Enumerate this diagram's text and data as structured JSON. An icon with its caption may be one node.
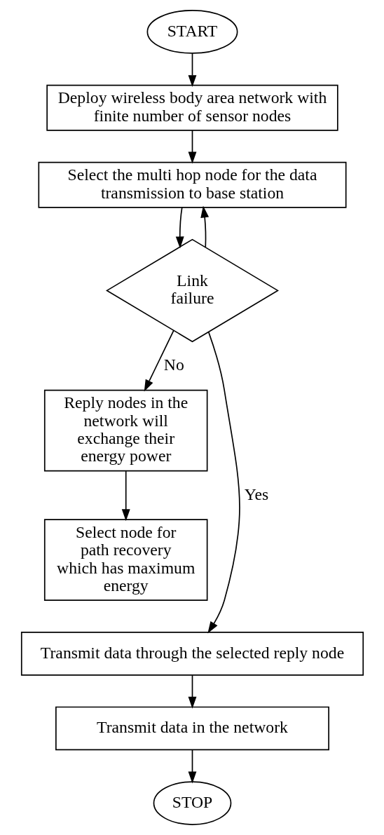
{
  "diagram": {
    "nodes": [
      {
        "text": [
          "START"
        ]
      },
      {
        "text": [
          "Deploy wireless body area network with finite number of sensor nodes"
        ]
      },
      {
        "text": [
          "Select the multi hop node for the data transmission to base station"
        ]
      },
      {
        "text": [
          "Link failure"
        ]
      },
      {
        "text": [
          "Reply nodes in the network will exchange their energy power"
        ]
      },
      {
        "text": [
          "Select node for path recovery which has maximum energy"
        ]
      },
      {
        "text": [
          "Transmit data through the selected reply node"
        ]
      },
      {
        "text": [
          "Transmit data in the network"
        ]
      },
      {
        "text": [
          "STOP"
        ]
      }
    ],
    "edges": [
      {
        "from": 0,
        "to": 1,
        "arrow": "to"
      },
      {
        "from": 1,
        "to": 2,
        "arrow": "to"
      },
      {
        "from": 2,
        "to": 3,
        "arrow": "to"
      },
      {
        "from": 3,
        "to": 2,
        "arrow": "to"
      },
      {
        "from": 3,
        "to": 4,
        "arrow": "to",
        "label": "No"
      },
      {
        "from": 4,
        "to": 5,
        "arrow": "to"
      },
      {
        "from": 3,
        "to": 6,
        "arrow": "to",
        "label": "Yes"
      },
      {
        "from": 6,
        "to": 7,
        "arrow": "to"
      },
      {
        "from": 7,
        "to": 8,
        "arrow": "to"
      }
    ]
  }
}
